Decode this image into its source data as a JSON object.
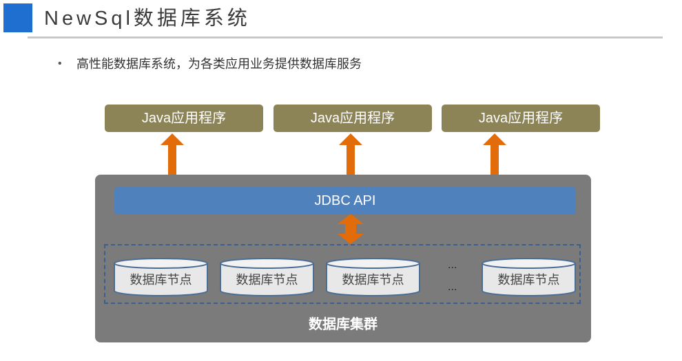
{
  "slide": {
    "title": "NewSql数据库系统",
    "bullet_marker": "•",
    "bullet": "高性能数据库系统，为各类应用业务提供数据库服务"
  },
  "diagram": {
    "apps": [
      {
        "label": "Java应用程序"
      },
      {
        "label": "Java应用程序"
      },
      {
        "label": "Java应用程序"
      }
    ],
    "api_layer": "JDBC API",
    "nodes": [
      {
        "label": "数据库节点"
      },
      {
        "label": "数据库节点"
      },
      {
        "label": "数据库节点"
      },
      {
        "label": "数据库节点"
      }
    ],
    "ellipsis_top": "...",
    "ellipsis_bottom": "...",
    "cluster_label": "数据库集群"
  },
  "colors": {
    "accent": "#1f6fd0",
    "app_box": "#8c8356",
    "arrow": "#e36c0a",
    "api_bar": "#4f81bd",
    "cluster": "#7b7b7b",
    "node_fill": "#e8e8e8",
    "node_stroke": "#4a6d96"
  }
}
